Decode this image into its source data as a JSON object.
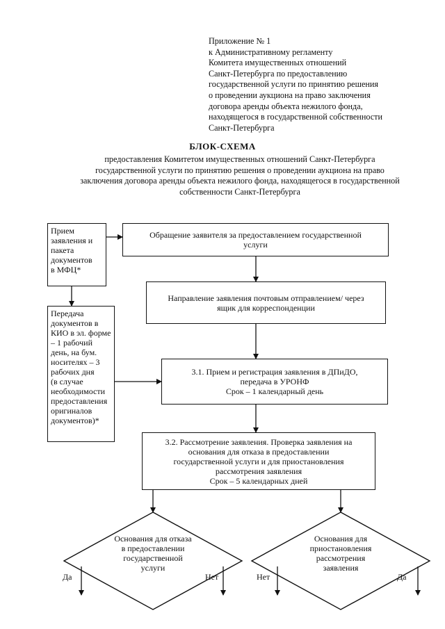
{
  "appendix_lines": [
    "Приложение № 1",
    "к Административному регламенту",
    "Комитета имущественных отношений",
    "Санкт-Петербурга по предоставлению",
    "государственной услуги по принятию решения",
    "о проведении аукциона на право заключения",
    "договора аренды объекта нежилого фонда,",
    "находящегося в государственной собственности",
    "Санкт-Петербурга"
  ],
  "title": "БЛОК-СХЕМА",
  "subtitle_lines": [
    "предоставления Комитетом имущественных отношений Санкт-Петербурга",
    "государственной услуги по принятию решения о проведении аукциона на право",
    "заключения договора аренды объекта нежилого фонда, находящегося в государственной",
    "собственности Санкт-Петербурга"
  ],
  "boxes": {
    "mfc_reception": [
      "Прием",
      "заявления и",
      "пакета",
      "документов",
      "в МФЦ*"
    ],
    "applicant_request": [
      "Обращение заявителя за предоставлением государственной",
      "услуги"
    ],
    "postal_submission": [
      "Направление заявления почтовым отправлением/ через",
      "ящик для корреспонденции"
    ],
    "mfc_transfer": [
      "Передача",
      "документов в",
      "КИО в эл. форме",
      "– 1 рабочий",
      "день, на бум.",
      "носителях – 3",
      "рабочих дня",
      "(в случае",
      "необходимости",
      "предоставления",
      "оригиналов",
      "документов)*"
    ],
    "step_3_1": [
      "3.1. Прием и регистрация заявления в ДПиДО,",
      "передача в УРОНФ",
      "Срок – 1 календарный день"
    ],
    "step_3_2": [
      "3.2. Рассмотрение заявления. Проверка заявления на",
      "основания для отказа в предоставлении",
      "государственной услуги и для приостановления",
      "рассмотрения заявления",
      "Срок – 5 календарных дней"
    ]
  },
  "decisions": {
    "refusal_grounds": [
      "Основания для отказа",
      "в предоставлении",
      "государственной",
      "услуги"
    ],
    "suspension_grounds": [
      "Основания для",
      "приостановления",
      "рассмотрения",
      "заявления"
    ]
  },
  "branch_labels": {
    "yes": "Да",
    "no": "Нет"
  }
}
